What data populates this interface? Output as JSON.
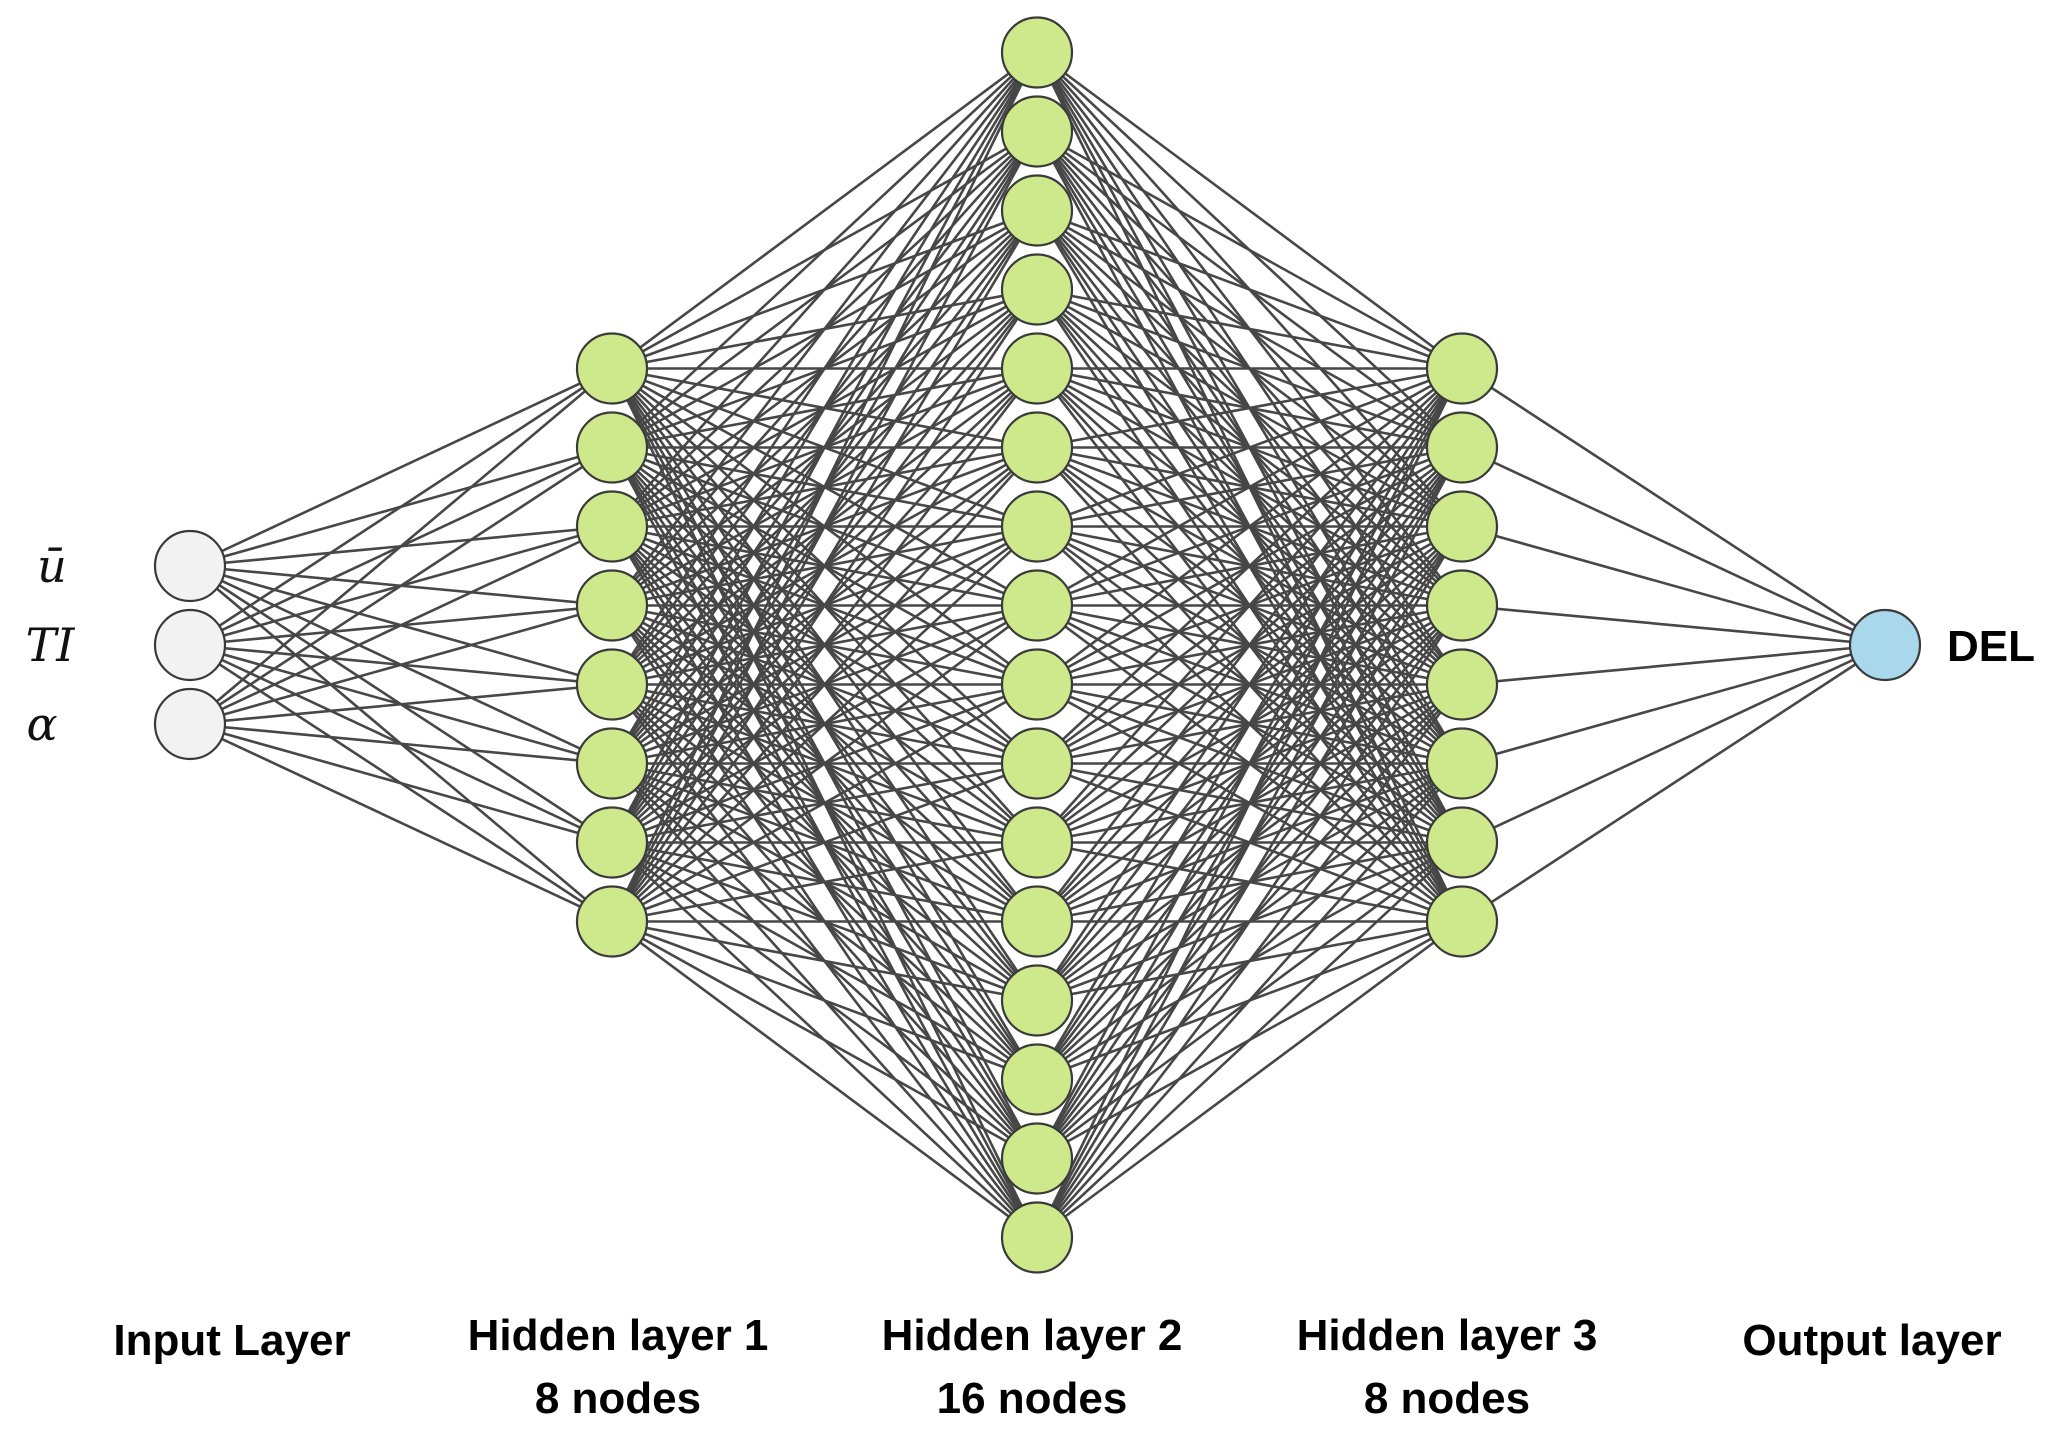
{
  "network": {
    "layers": [
      {
        "name": "Input Layer",
        "node_count": 3,
        "color": "#f2f2f2",
        "caption": [
          "Input Layer"
        ],
        "node_labels": [
          "ū",
          "TI",
          "α"
        ]
      },
      {
        "name": "Hidden layer 1",
        "node_count": 8,
        "color": "#cde98b",
        "caption": [
          "Hidden layer 1",
          "8 nodes"
        ]
      },
      {
        "name": "Hidden layer 2",
        "node_count": 16,
        "color": "#cde98b",
        "caption": [
          "Hidden layer 2",
          "16 nodes"
        ]
      },
      {
        "name": "Hidden layer 3",
        "node_count": 8,
        "color": "#cde98b",
        "caption": [
          "Hidden layer 3",
          "8 nodes"
        ]
      },
      {
        "name": "Output layer",
        "node_count": 1,
        "color": "#a9d8ec",
        "caption": [
          "Output layer"
        ],
        "node_labels": [
          "DEL"
        ]
      }
    ],
    "connectivity": "fully-connected",
    "edge_color": "#474747",
    "node_border_color": "#3a3a3a"
  }
}
